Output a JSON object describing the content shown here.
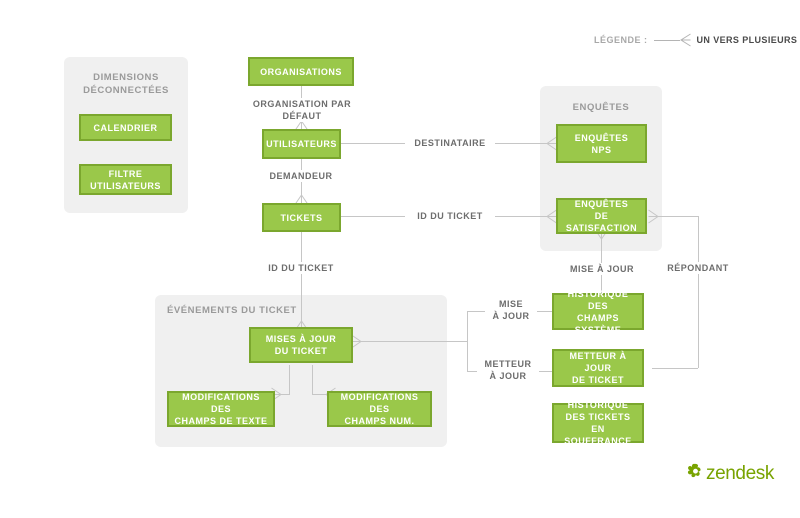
{
  "legend": {
    "label": "LÉGENDE :",
    "relation_text": "UN VERS PLUSIEURS",
    "marker_icon": "crows-foot-icon"
  },
  "groups": {
    "disconnected": {
      "title": "DIMENSIONS\nDÉCONNECTÉES",
      "nodes": [
        {
          "id": "calendrier",
          "label": "CALENDRIER"
        },
        {
          "id": "filtre_utilisateurs",
          "label": "FILTRE\nUTILISATEURS"
        }
      ]
    },
    "enquetes": {
      "title": "ENQUÊTES",
      "nodes": [
        {
          "id": "enquetes_nps",
          "label": "ENQUÊTES\nNPS"
        },
        {
          "id": "enquetes_satisfaction",
          "label": "ENQUÊTES\nDE SATISFACTION"
        }
      ]
    },
    "evenements": {
      "title": "ÉVÉNEMENTS DU TICKET",
      "nodes": [
        {
          "id": "mises_a_jour_ticket",
          "label": "MISES À JOUR\nDU TICKET"
        },
        {
          "id": "modif_champs_texte",
          "label": "MODIFICATIONS DES\nCHAMPS DE TEXTE"
        },
        {
          "id": "modif_champs_num",
          "label": "MODIFICATIONS DES\nCHAMPS NUM."
        }
      ]
    }
  },
  "nodes": {
    "organisations": "ORGANISATIONS",
    "utilisateurs": "UTILISATEURS",
    "tickets": "TICKETS",
    "historique_champs_systeme": "HISTORIQUE DES\nCHAMPS SYSTÈME",
    "metteur_a_jour_ticket": "METTEUR À JOUR\nDE TICKET",
    "historique_tickets_souffrance": "HISTORIQUE\nDES TICKETS\nEN SOUFFRANCE"
  },
  "connections": [
    {
      "id": "org_util",
      "label": "ORGANISATION PAR DÉFAUT",
      "from": "organisations",
      "to": "utilisateurs"
    },
    {
      "id": "util_tickets",
      "label": "DEMANDEUR",
      "from": "utilisateurs",
      "to": "tickets"
    },
    {
      "id": "util_nps",
      "label": "DESTINATAIRE",
      "from": "utilisateurs",
      "to": "enquetes_nps"
    },
    {
      "id": "tickets_satisfaction",
      "label": "ID DU TICKET",
      "from": "tickets",
      "to": "enquetes_satisfaction"
    },
    {
      "id": "tickets_mises",
      "label": "ID DU TICKET",
      "from": "tickets",
      "to": "mises_a_jour_ticket"
    },
    {
      "id": "satisfaction_hist",
      "label": "MISE À JOUR",
      "from": "enquetes_satisfaction",
      "to": "historique_champs_systeme"
    },
    {
      "id": "satisfaction_metteur",
      "label": "RÉPONDANT",
      "from": "enquetes_satisfaction",
      "to": "metteur_a_jour_ticket"
    },
    {
      "id": "mises_hist",
      "label": "MISE\nÀ JOUR",
      "from": "mises_a_jour_ticket",
      "to": "historique_champs_systeme"
    },
    {
      "id": "mises_metteur",
      "label": "METTEUR\nÀ JOUR",
      "from": "mises_a_jour_ticket",
      "to": "metteur_a_jour_ticket"
    }
  ],
  "colors": {
    "node_fill": "#9ac84a",
    "node_border": "#7ba72e",
    "panel_bg": "#f0f0f0",
    "connector": "#c6c6c6",
    "label_text": "#6d6d6d",
    "brand_green": "#78a300"
  },
  "brand": {
    "name": "zendesk",
    "logo_icon": "zendesk-pinwheel-icon"
  }
}
